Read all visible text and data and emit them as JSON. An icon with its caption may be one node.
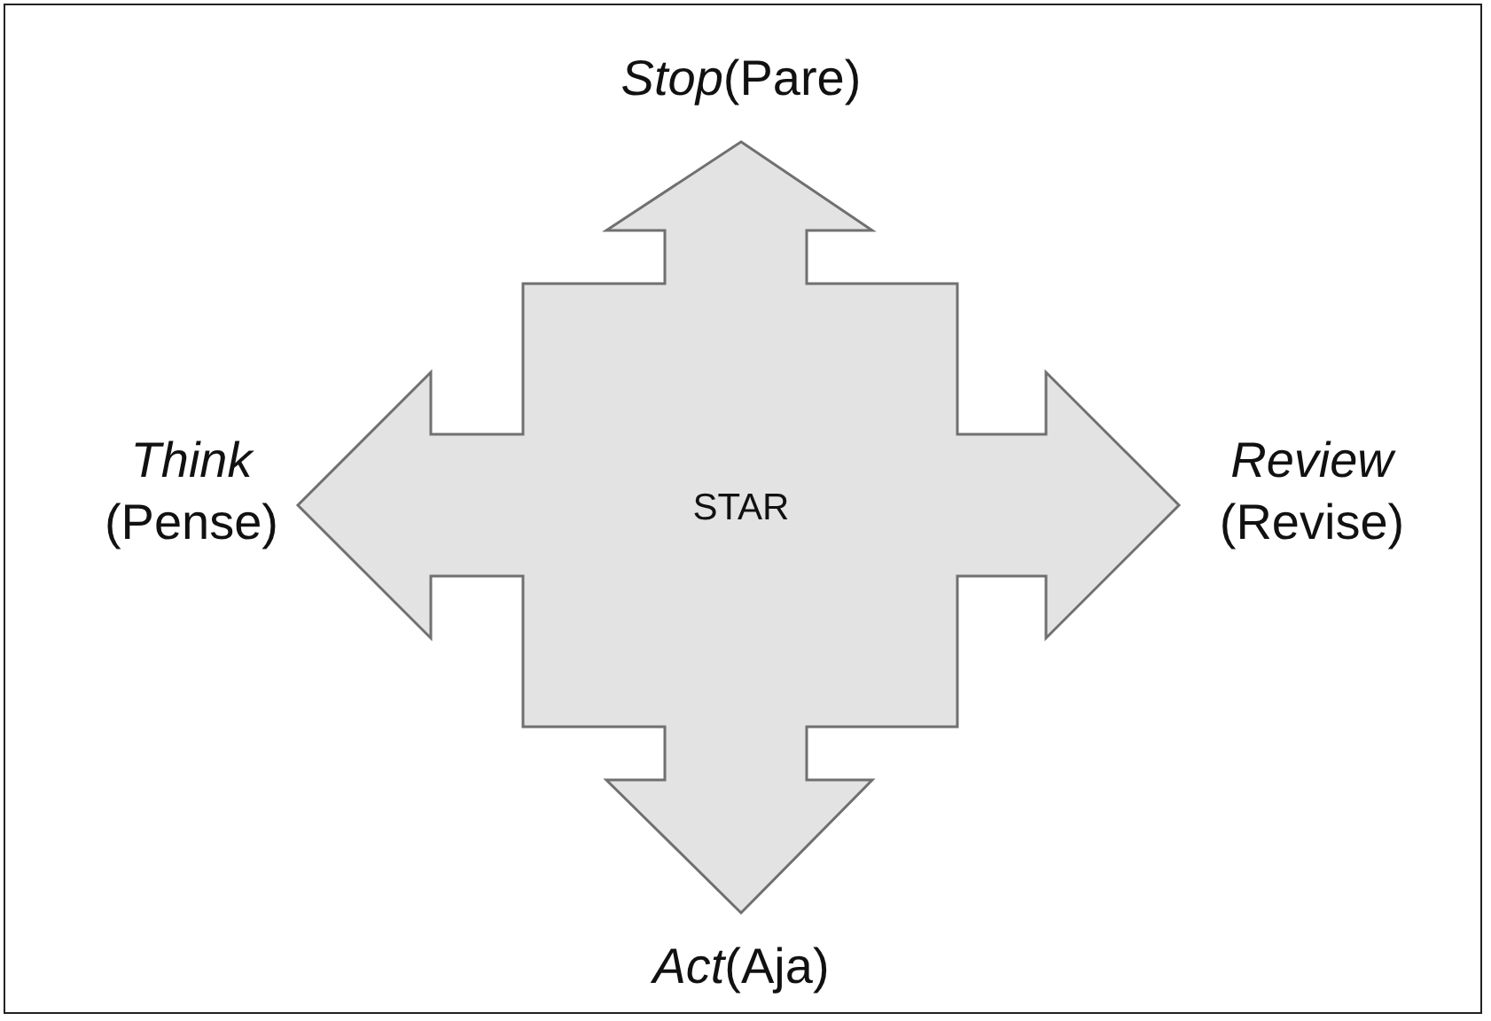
{
  "diagram": {
    "nodes": [
      {
        "text": [
          "STAR"
        ],
        "beside": [
          "*Stop*(Pare)",
          "*Think* (Pense)",
          "*Review* (Revise)",
          "*Act*(Aja)"
        ]
      }
    ]
  }
}
